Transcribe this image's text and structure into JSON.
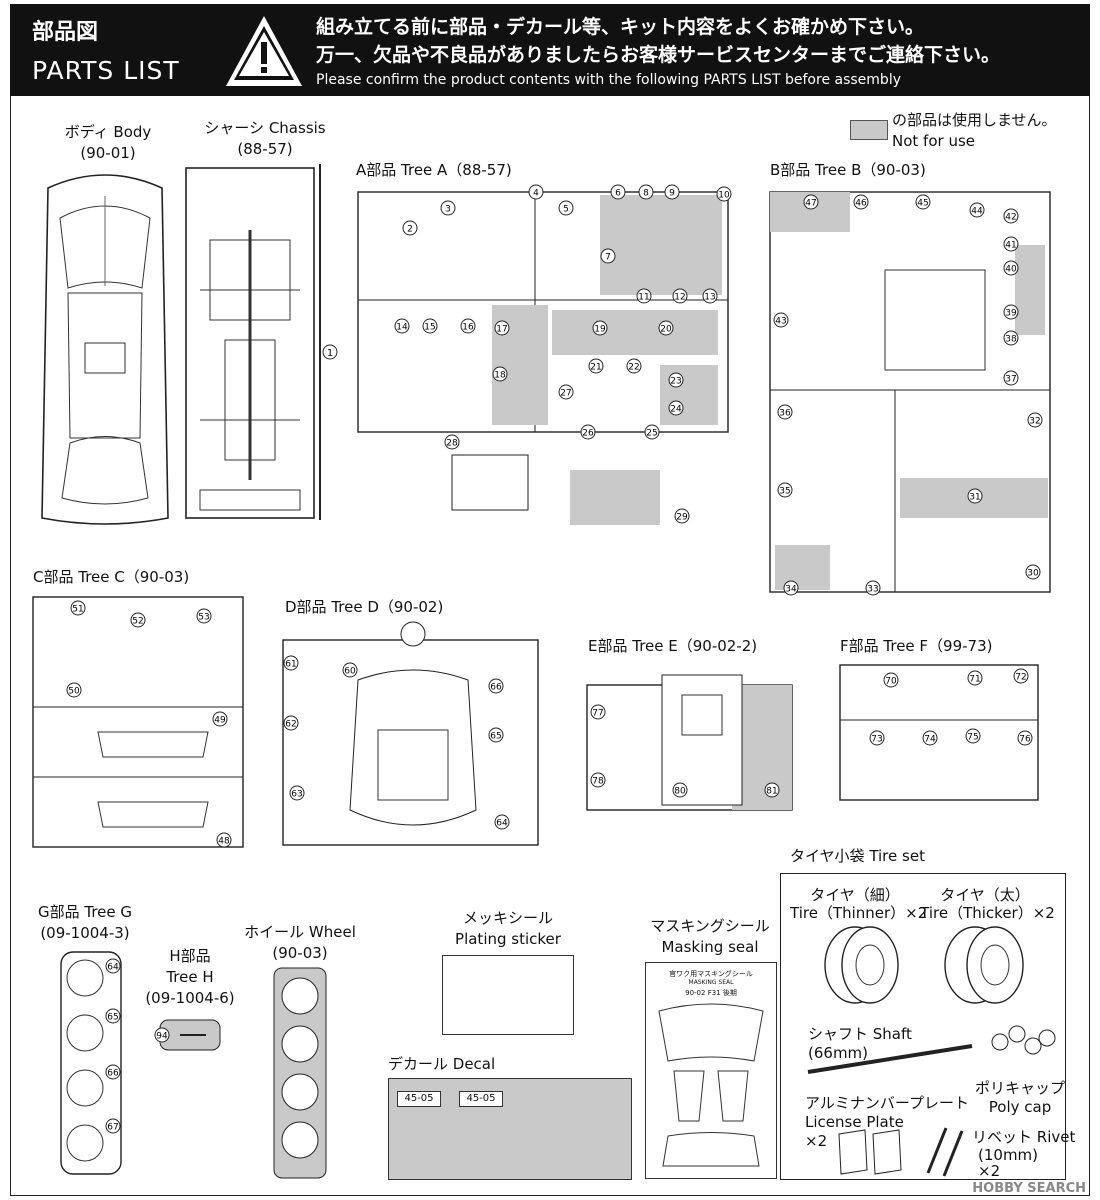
{
  "header": {
    "title_jp": "部品図",
    "title_en": "PARTS LIST",
    "line1": "組み立てる前に部品・デカール等、キット内容をよくお確かめ下さい。",
    "line2": "万一、欠品や不良品がありましたらお客様サービスセンターまでご連絡下さい。",
    "line3": "Please confirm the product contents with the following PARTS LIST before assembly"
  },
  "legend": {
    "jp": "の部品は使用しません。",
    "en": "Not for use"
  },
  "body": {
    "name": "ボディ Body",
    "code": "(90-01)"
  },
  "chassis": {
    "name": "シャーシ Chassis",
    "code": "(88-57)",
    "part": "1"
  },
  "trees": {
    "a": "A部品 Tree A（88-57)",
    "b": "B部品 Tree B（90-03)",
    "c": "C部品 Tree C（90-03)",
    "d": "D部品 Tree D（90-02)",
    "e": "E部品 Tree E（90-02-2)",
    "f": "F部品 Tree F（99-73)",
    "g1": "G部品 Tree G",
    "g2": "(09-1004-3)",
    "h1": "H部品",
    "h2": "Tree H",
    "h3": "(09-1004-6)",
    "w1": "ホイール Wheel",
    "w2": "(90-03)"
  },
  "parts_a": [
    "2",
    "3",
    "4",
    "5",
    "6",
    "8",
    "9",
    "10",
    "7",
    "11",
    "12",
    "13",
    "14",
    "15",
    "16",
    "17",
    "18",
    "19",
    "20",
    "21",
    "22",
    "23",
    "24",
    "25",
    "26",
    "27",
    "28",
    "29"
  ],
  "parts_b": [
    "47",
    "46",
    "45",
    "44",
    "42",
    "41",
    "40",
    "39",
    "38",
    "37",
    "43",
    "36",
    "32",
    "35",
    "31",
    "34",
    "33",
    "30"
  ],
  "parts_c": [
    "51",
    "52",
    "53",
    "50",
    "49",
    "48"
  ],
  "parts_d": [
    "61",
    "60",
    "66",
    "62",
    "65",
    "63",
    "64"
  ],
  "parts_e": [
    "77",
    "78",
    "80",
    "81"
  ],
  "parts_f": [
    "70",
    "71",
    "72",
    "73",
    "74",
    "75",
    "76"
  ],
  "parts_g": [
    "64",
    "65",
    "66",
    "67"
  ],
  "parts_h": [
    "94"
  ],
  "plating": {
    "jp": "メッキシール",
    "en": "Plating sticker"
  },
  "masking": {
    "jp": "マスキングシール",
    "en": "Masking seal",
    "inner1": "官ワク用マスキングシール",
    "inner2": "MASKING SEAL",
    "inner3": "90-02 F31 後期"
  },
  "decal": {
    "title": "デカール  Decal",
    "plate1": "45-05",
    "plate2": "45-05"
  },
  "tireset": {
    "title": "タイヤ小袋  Tire set",
    "thin_jp": "タイヤ（細）",
    "thin_en": "Tire（Thinner）×2",
    "thick_jp": "タイヤ（太）",
    "thick_en": "Tire（Thicker）×2",
    "shaft1": "シャフト Shaft",
    "shaft2": "(66mm)",
    "polycap1": "ポリキャップ",
    "polycap2": "Poly cap",
    "plate1": "アルミナンバープレート",
    "plate2": "License Plate",
    "plate3": "×2",
    "rivet1": "リベット Rivet",
    "rivet2": "(10mm)",
    "rivet3": "×2"
  },
  "watermark": "HOBBY SEARCH"
}
